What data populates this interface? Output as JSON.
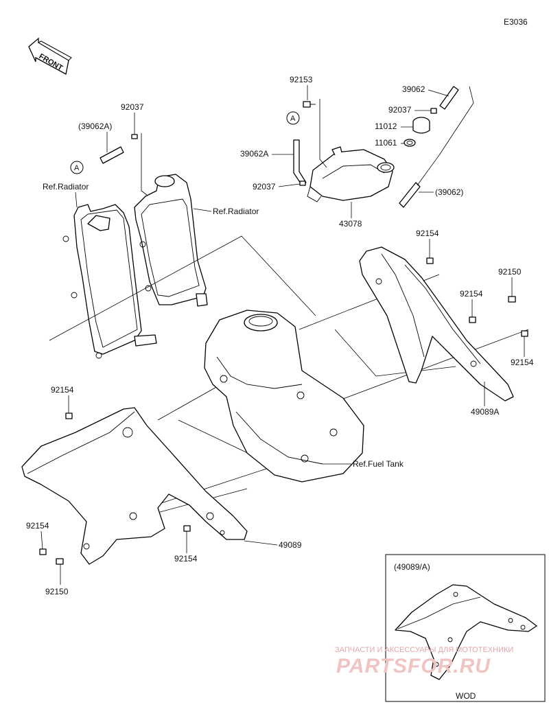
{
  "diagram_code": "E3036",
  "front_label": "FRONT",
  "ref_labels": {
    "radiator_left": "Ref.Radiator",
    "radiator_right": "Ref.Radiator",
    "fuel_tank": "Ref.Fuel Tank"
  },
  "callout": {
    "a1": "A",
    "a2": "A"
  },
  "parts": {
    "p92153": "92153",
    "p39062_top": "39062",
    "p92037_top_right": "92037",
    "p11012": "11012",
    "p11061": "11061",
    "p39062A": "39062A",
    "p92037_mid": "92037",
    "p39062_paren_right": "(39062)",
    "p43078": "43078",
    "p92037_left": "92037",
    "p39062A_paren": "(39062A)",
    "p92154_right_top": "92154",
    "p92150_right": "92150",
    "p92154_right_mid": "92154",
    "p92154_right_low": "92154",
    "p49089A": "49089A",
    "p92154_left_top": "92154",
    "p92154_left_mid": "92154",
    "p92150_left": "92150",
    "p92154_center": "92154",
    "p49089": "49089"
  },
  "inset": {
    "title": "(49089/A)",
    "caption": "WOD"
  },
  "watermark": {
    "subtitle": "ЗАПЧАСТИ И АКСЕССУАРЫ ДЛЯ МОТОТЕХНИКИ",
    "brand": "PARTSFOR.RU"
  },
  "colors": {
    "line": "#000000",
    "watermark": "#e8a0a0",
    "background": "#ffffff"
  }
}
